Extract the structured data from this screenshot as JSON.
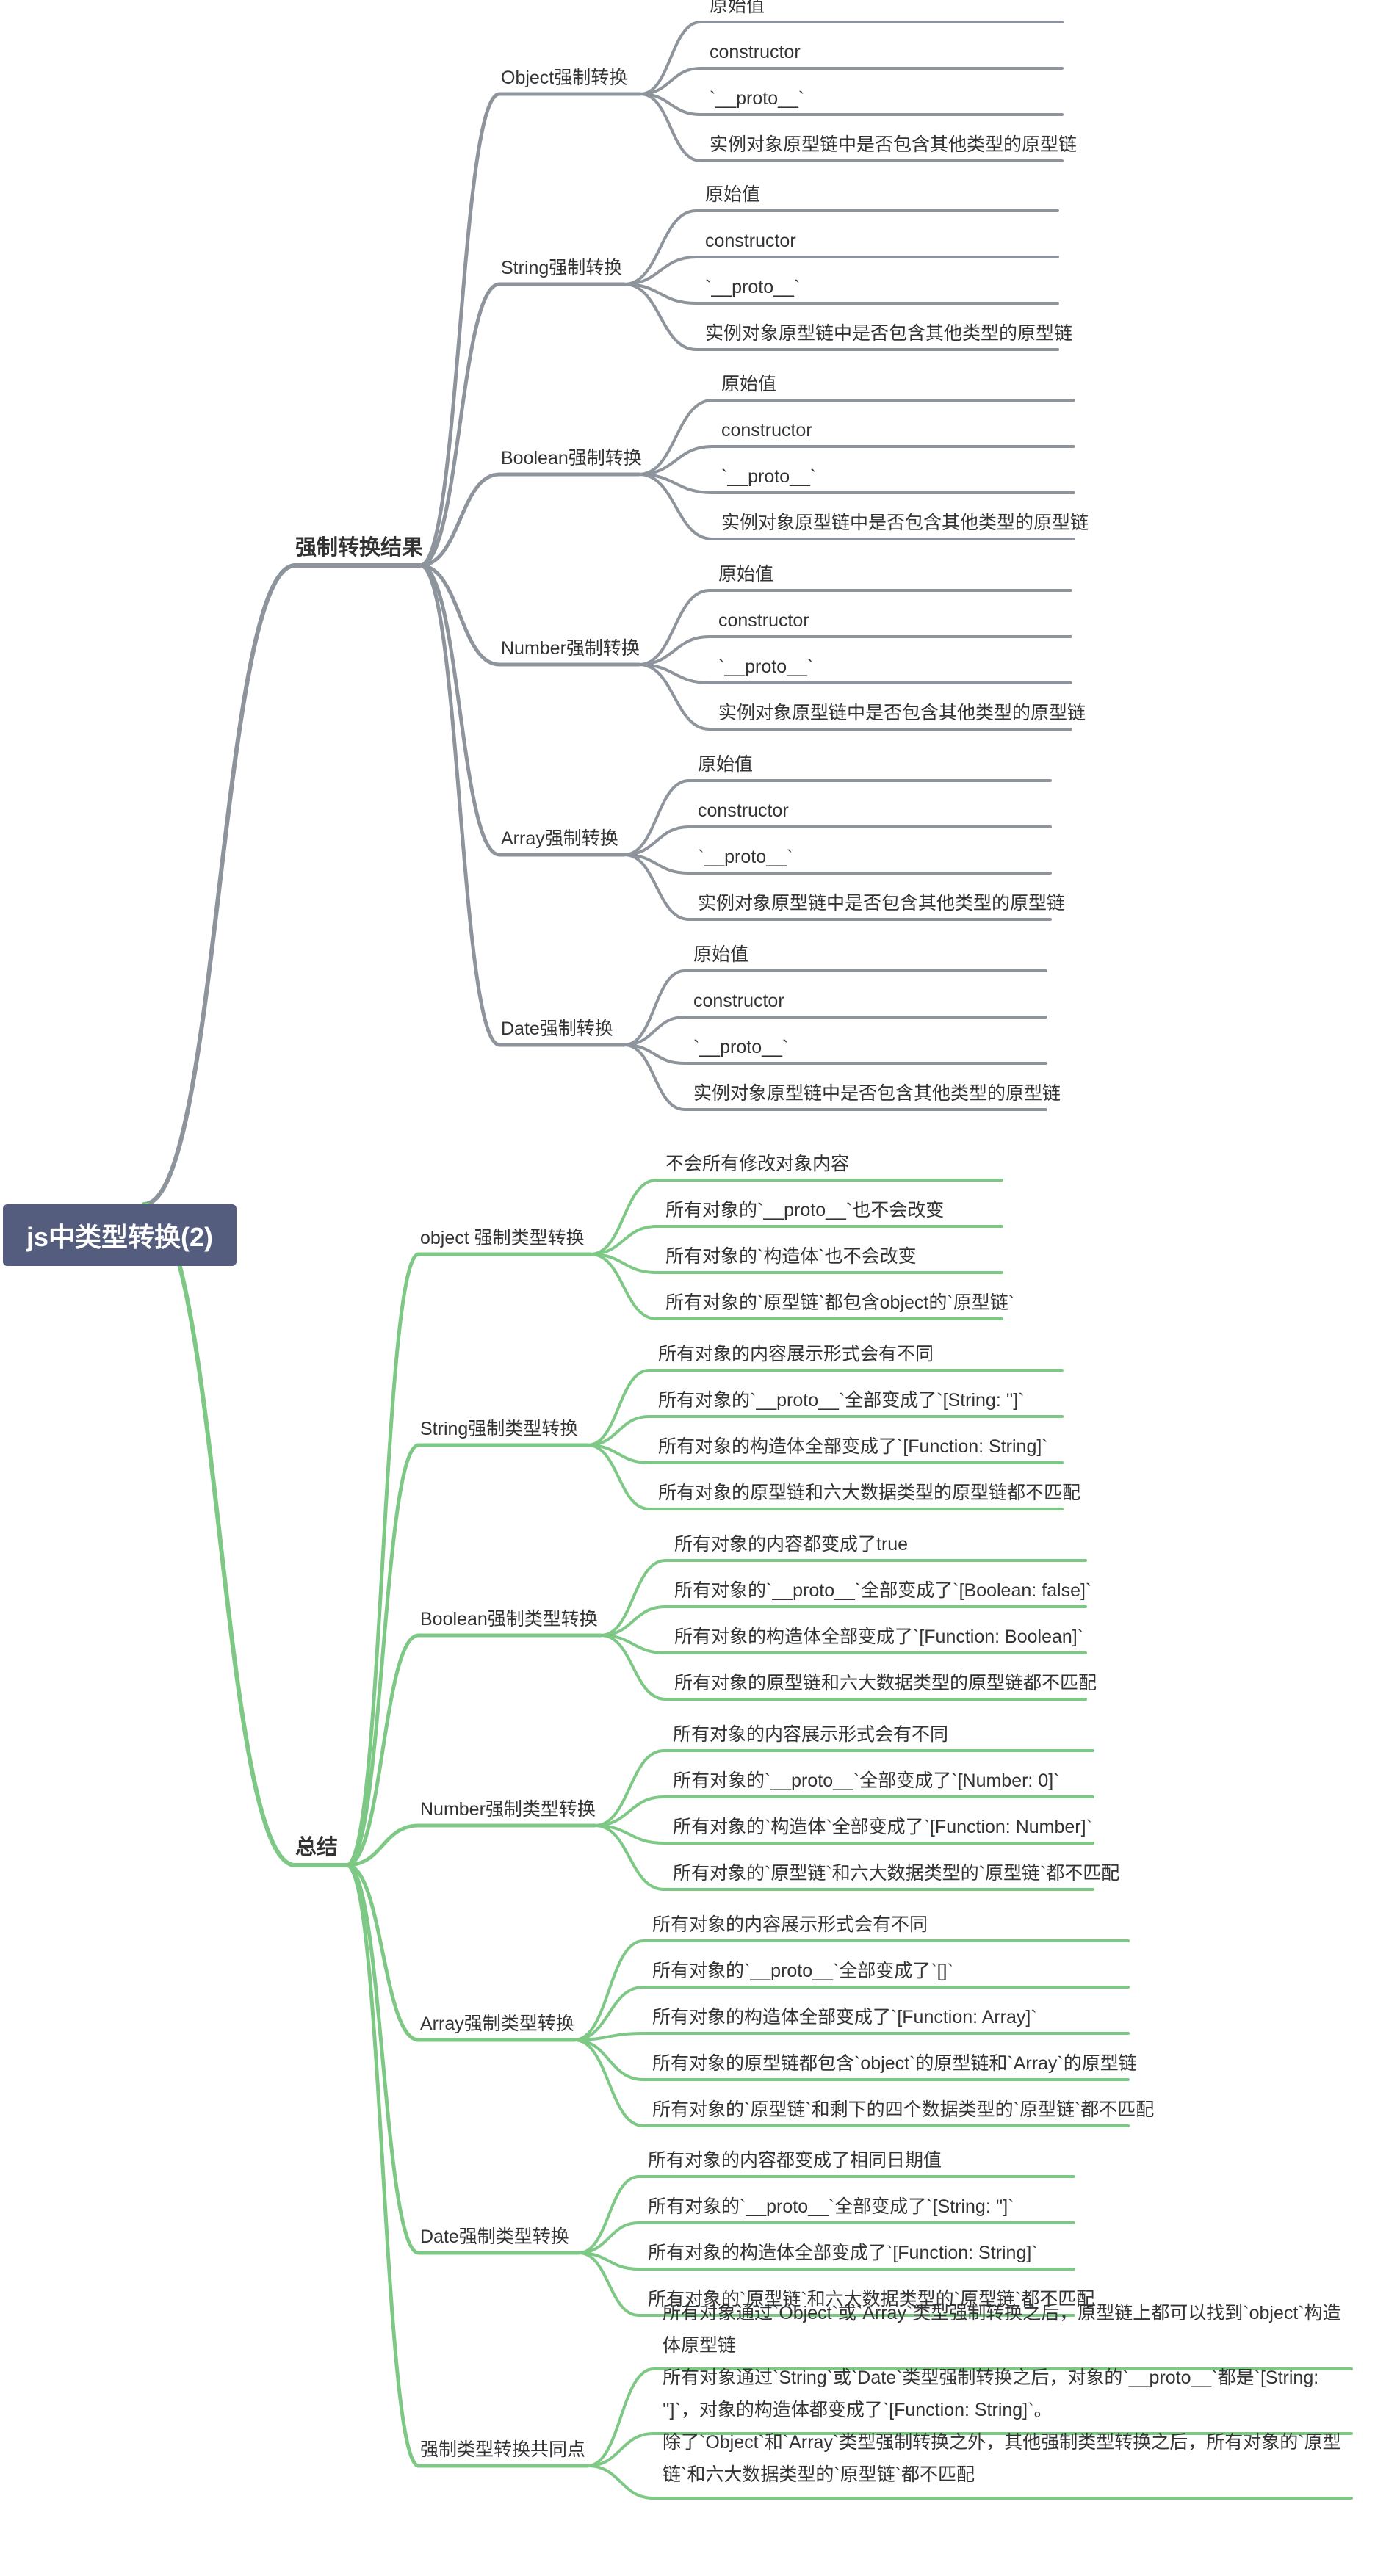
{
  "root": {
    "label": "js中类型转换(2)"
  },
  "colors": {
    "gray_branch": "#8e949b",
    "green_branch": "#7ec886",
    "root_fill": "#545d7e"
  },
  "branches": [
    {
      "label": "强制转换结果",
      "color": "#8e949b",
      "children": [
        {
          "label": "Object强制转换",
          "children": [
            "原始值",
            "constructor",
            "`__proto__`",
            "实例对象原型链中是否包含其他类型的原型链"
          ]
        },
        {
          "label": "String强制转换",
          "children": [
            "原始值",
            "constructor",
            "`__proto__`",
            "实例对象原型链中是否包含其他类型的原型链"
          ]
        },
        {
          "label": "Boolean强制转换",
          "children": [
            "原始值",
            "constructor",
            "`__proto__`",
            "实例对象原型链中是否包含其他类型的原型链"
          ]
        },
        {
          "label": "Number强制转换",
          "children": [
            "原始值",
            "constructor",
            "`__proto__`",
            "实例对象原型链中是否包含其他类型的原型链"
          ]
        },
        {
          "label": "Array强制转换",
          "children": [
            "原始值",
            "constructor",
            "`__proto__`",
            "实例对象原型链中是否包含其他类型的原型链"
          ]
        },
        {
          "label": "Date强制转换",
          "children": [
            "原始值",
            "constructor",
            "`__proto__`",
            "实例对象原型链中是否包含其他类型的原型链"
          ]
        }
      ]
    },
    {
      "label": "总结",
      "color": "#7ec886",
      "children": [
        {
          "label": "object 强制类型转换",
          "children": [
            "不会所有修改对象内容",
            "所有对象的`__proto__`也不会改变",
            "所有对象的`构造体`也不会改变",
            "所有对象的`原型链`都包含object的`原型链`"
          ]
        },
        {
          "label": "String强制类型转换",
          "children": [
            "所有对象的内容展示形式会有不同",
            "所有对象的`__proto__`全部变成了`[String: '']`",
            "所有对象的构造体全部变成了`[Function: String]`",
            "所有对象的原型链和六大数据类型的原型链都不匹配"
          ]
        },
        {
          "label": "Boolean强制类型转换",
          "children": [
            "所有对象的内容都变成了true",
            "所有对象的`__proto__`全部变成了`[Boolean: false]`",
            "所有对象的构造体全部变成了`[Function: Boolean]`",
            "所有对象的原型链和六大数据类型的原型链都不匹配"
          ]
        },
        {
          "label": "Number强制类型转换",
          "children": [
            "所有对象的内容展示形式会有不同",
            "所有对象的`__proto__`全部变成了`[Number: 0]`",
            "所有对象的`构造体`全部变成了`[Function: Number]`",
            "所有对象的`原型链`和六大数据类型的`原型链`都不匹配"
          ]
        },
        {
          "label": "Array强制类型转换",
          "children": [
            "所有对象的内容展示形式会有不同",
            "所有对象的`__proto__`全部变成了`[]`",
            "所有对象的构造体全部变成了`[Function: Array]`",
            "所有对象的原型链都包含`object`的原型链和`Array`的原型链",
            "所有对象的`原型链`和剩下的四个数据类型的`原型链`都不匹配"
          ]
        },
        {
          "label": "Date强制类型转换",
          "children": [
            "所有对象的内容都变成了相同日期值",
            "所有对象的`__proto__`全部变成了`[String: '']`",
            "所有对象的构造体全部变成了`[Function: String]`",
            "所有对象的`原型链`和六大数据类型的`原型链`都不匹配"
          ]
        },
        {
          "label": "强制类型转换共同点",
          "children": [
            "所有对象通过`Object`或`Array`类型强制转换之后，原型链上都可以找到`object`构造体原型链",
            "所有对象通过`String`或`Date`类型强制转换之后，对象的`__proto__`都是`[String: '']`，对象的构造体都变成了`[Function: String]`。",
            "除了`Object`和`Array`类型强制转换之外，其他强制类型转换之后，所有对象的`原型链`和六大数据类型的`原型链`都不匹配"
          ]
        }
      ]
    }
  ]
}
